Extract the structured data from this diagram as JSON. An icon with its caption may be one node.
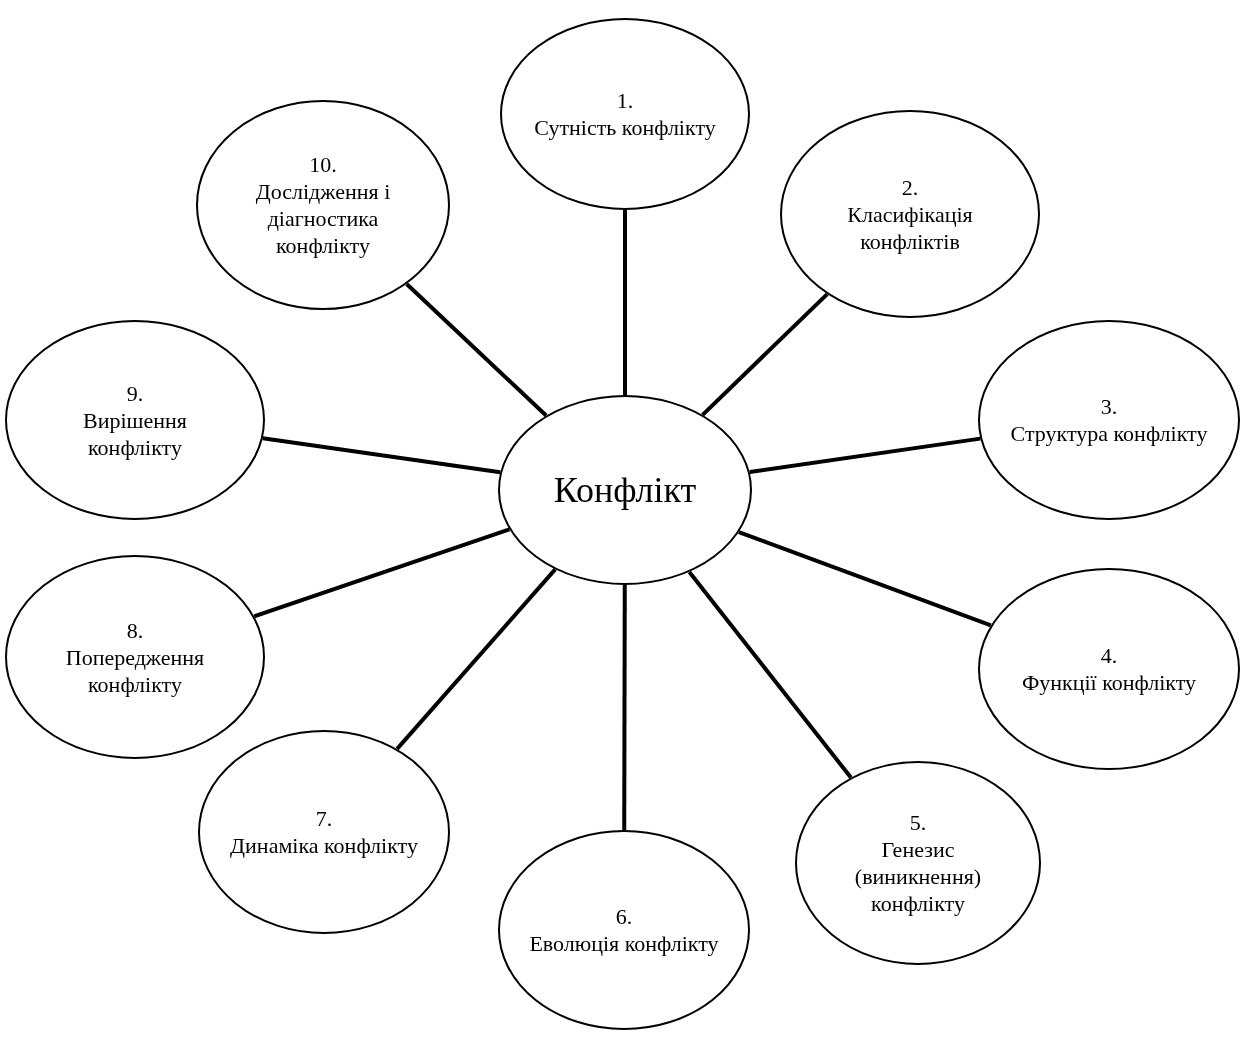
{
  "diagram": {
    "nodes": [
      {
        "text": [
          "Конфлікт"
        ]
      },
      {
        "text": [
          "1.",
          "Сутність конфлікту"
        ]
      },
      {
        "text": [
          "2.",
          "Класифікація конфліктів"
        ]
      },
      {
        "text": [
          "3.",
          "Структура конфлікту"
        ]
      },
      {
        "text": [
          "4.",
          "Функції конфлікту"
        ]
      },
      {
        "text": [
          "5.",
          "Генезис (виникнення) конфлікту"
        ]
      },
      {
        "text": [
          "6.",
          "Еволюція конфлікту"
        ]
      },
      {
        "text": [
          "7.",
          "Динаміка конфлікту"
        ]
      },
      {
        "text": [
          "8.",
          "Попередження конфлікту"
        ]
      },
      {
        "text": [
          "9.",
          "Вирішення конфлікту"
        ]
      },
      {
        "text": [
          "10.",
          "Дослідження і діагностика конфлікту"
        ]
      }
    ],
    "edges": [
      {
        "from": 0,
        "to": 1,
        "arrow": "none"
      },
      {
        "from": 0,
        "to": 2,
        "arrow": "none"
      },
      {
        "from": 0,
        "to": 3,
        "arrow": "none"
      },
      {
        "from": 0,
        "to": 4,
        "arrow": "none"
      },
      {
        "from": 0,
        "to": 5,
        "arrow": "none"
      },
      {
        "from": 0,
        "to": 6,
        "arrow": "none"
      },
      {
        "from": 0,
        "to": 7,
        "arrow": "none"
      },
      {
        "from": 0,
        "to": 8,
        "arrow": "none"
      },
      {
        "from": 0,
        "to": 9,
        "arrow": "none"
      },
      {
        "from": 0,
        "to": 10,
        "arrow": "none"
      }
    ]
  }
}
